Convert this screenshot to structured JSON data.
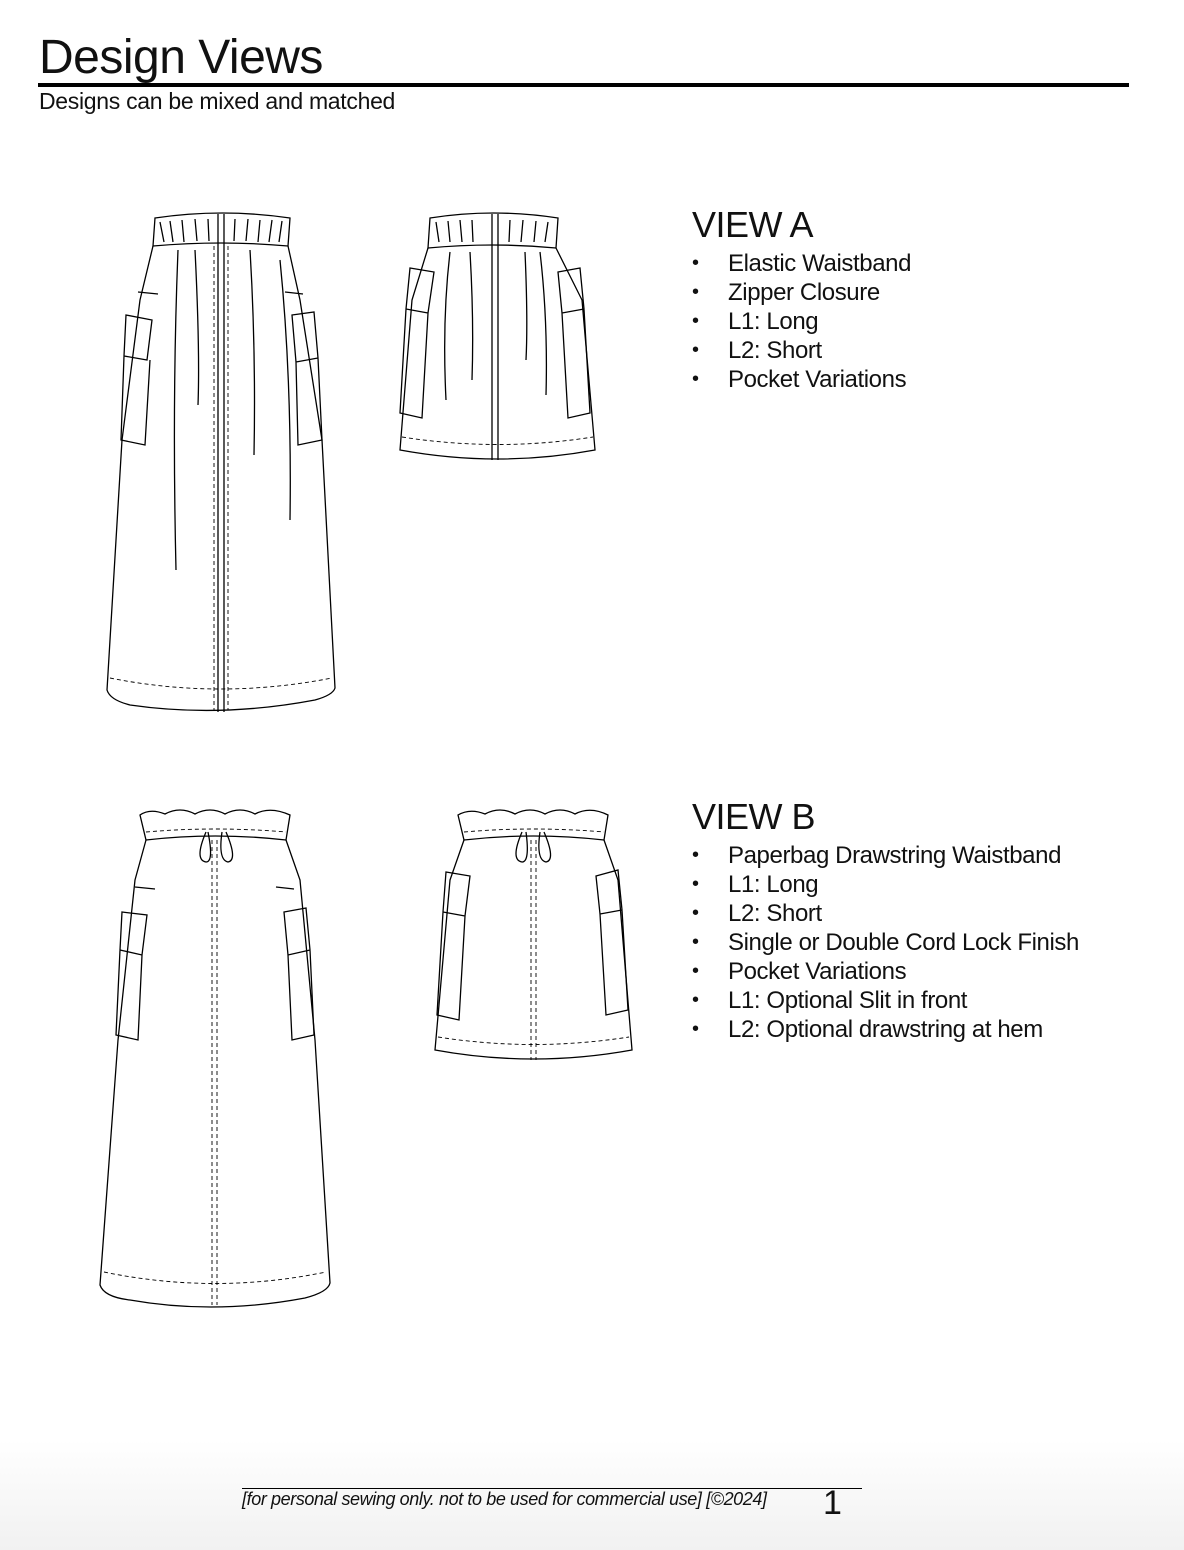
{
  "header": {
    "title": "Design Views",
    "subtitle": "Designs can be mixed and matched"
  },
  "views": [
    {
      "title": "VIEW A",
      "features": [
        "Elastic Waistband",
        "Zipper Closure",
        "L1: Long",
        "L2: Short",
        "Pocket Variations"
      ]
    },
    {
      "title": "VIEW B",
      "features": [
        "Paperbag Drawstring Waistband",
        "L1: Long",
        "L2: Short",
        "Single or Double Cord Lock Finish",
        "Pocket Variations",
        "L1: Optional Slit in front",
        "L2: Optional drawstring at hem"
      ]
    }
  ],
  "footer": {
    "notice": "[for personal sewing only. not to be used for commercial use] [©2024]",
    "page_number": "1"
  }
}
